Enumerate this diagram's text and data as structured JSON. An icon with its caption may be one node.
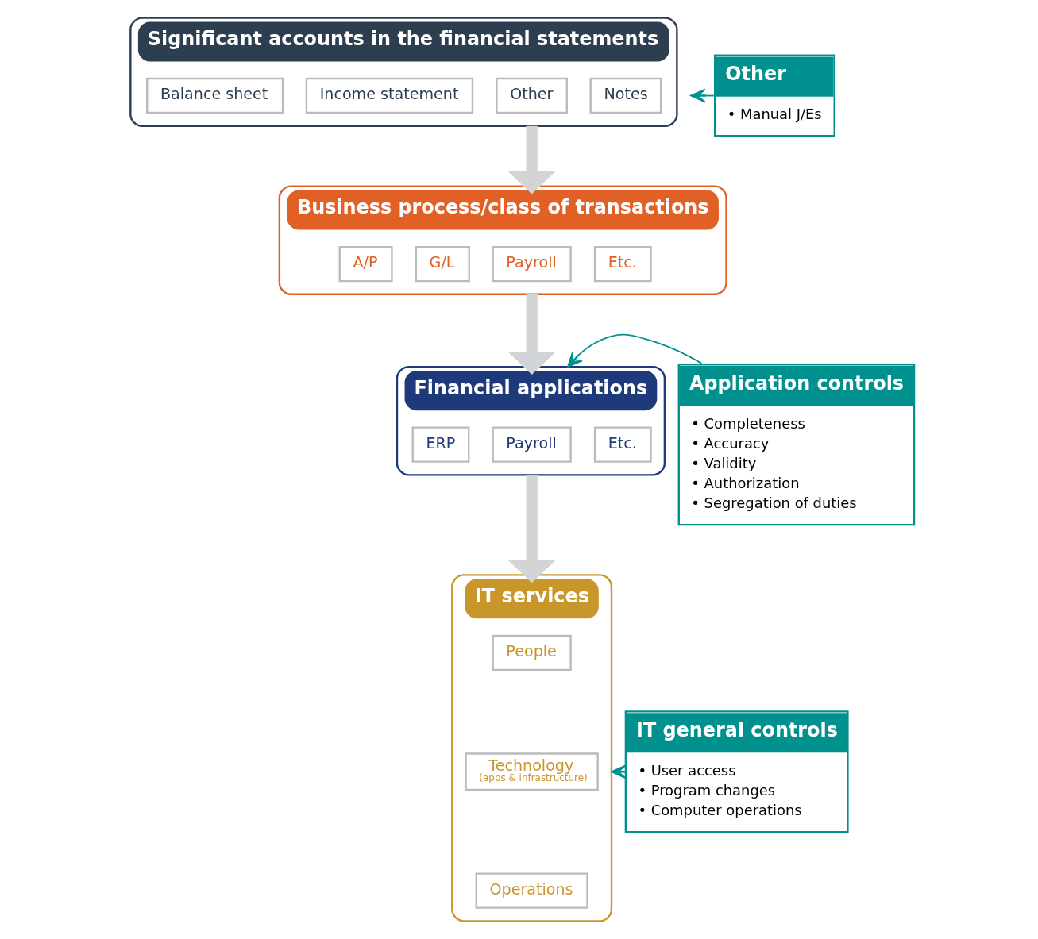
{
  "diagram": {
    "nodes": [
      {
        "text": [
          "Significant accounts in the financial statements"
        ]
      },
      {
        "text": [
          "Balance sheet"
        ],
        "in": 0
      },
      {
        "text": [
          "Income statement"
        ],
        "in": 0
      },
      {
        "text": [
          "Other"
        ],
        "in": 0
      },
      {
        "text": [
          "Notes"
        ],
        "in": 0
      },
      {
        "text": [
          "Business process/class of transactions"
        ]
      },
      {
        "text": [
          "A/P"
        ],
        "in": 5
      },
      {
        "text": [
          "G/L"
        ],
        "in": 5
      },
      {
        "text": [
          "Payroll"
        ],
        "in": 5
      },
      {
        "text": [
          "Etc."
        ],
        "in": 5
      },
      {
        "text": [
          "Financial applications"
        ]
      },
      {
        "text": [
          "ERP"
        ],
        "in": 10
      },
      {
        "text": [
          "Payroll"
        ],
        "in": 10
      },
      {
        "text": [
          "Etc."
        ],
        "in": 10
      },
      {
        "text": [
          "IT services"
        ]
      },
      {
        "text": [
          "People"
        ],
        "in": 14
      },
      {
        "text": [
          "Technology",
          "(apps & infrastructure)"
        ],
        "in": 14
      },
      {
        "text": [
          "Operations"
        ],
        "in": 14
      },
      {
        "text": [
          "Other",
          "• Manual J/Es"
        ]
      },
      {
        "text": [
          "Application controls",
          "• Completeness",
          "• Accuracy",
          "• Validity",
          "• Authorization",
          "• Segregation of duties"
        ]
      },
      {
        "text": [
          "IT general controls",
          "• User access",
          "• Program changes",
          "• Computer operations"
        ]
      }
    ],
    "edges": [
      {
        "from": 0,
        "to": 5,
        "arrow": "to",
        "style": "thick",
        "color": "#d3d4d6"
      },
      {
        "from": 5,
        "to": 10,
        "arrow": "to",
        "style": "thick",
        "color": "#d3d4d6"
      },
      {
        "from": 10,
        "to": 14,
        "arrow": "to",
        "style": "thick",
        "color": "#d3d4d6"
      },
      {
        "from": 18,
        "to": null,
        "arrow": "to",
        "color": "#00918f"
      },
      {
        "from": 19,
        "to": 10,
        "arrow": "to",
        "color": "#00918f"
      },
      {
        "from": 20,
        "to": 14,
        "arrow": "to",
        "color": "#00918f"
      }
    ]
  }
}
